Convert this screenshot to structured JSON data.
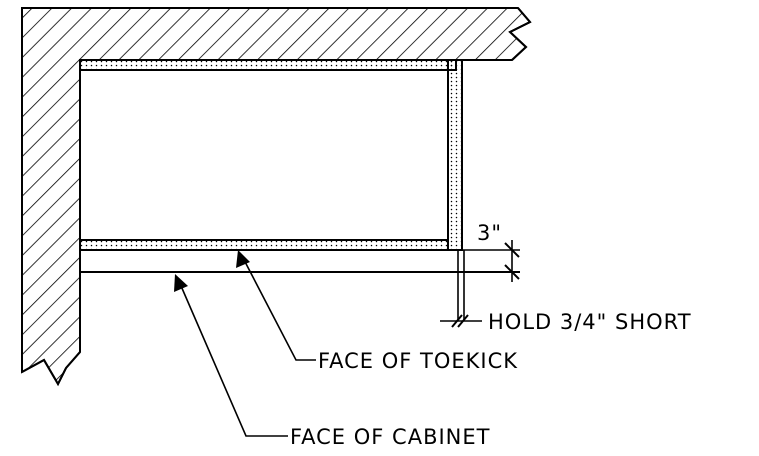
{
  "labels": {
    "dimension": "3\"",
    "hold_note": "HOLD 3/4\" SHORT",
    "toekick": "FACE OF TOEKICK",
    "cabinet": "FACE OF CABINET"
  }
}
